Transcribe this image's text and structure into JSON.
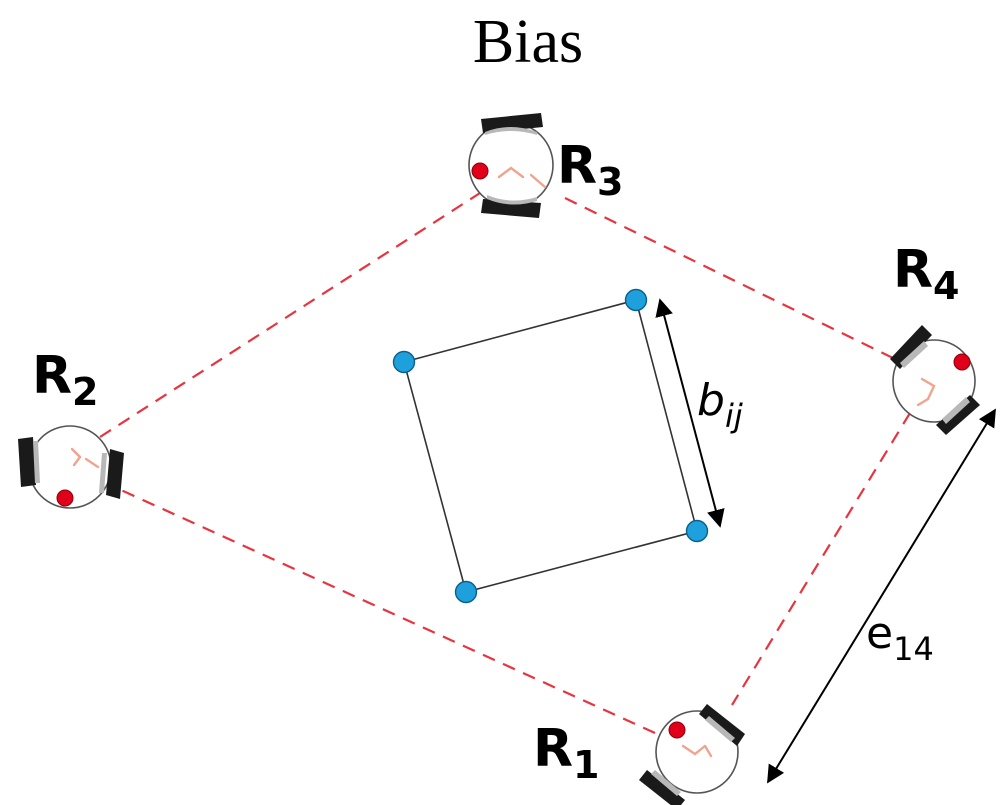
{
  "title": "Bias",
  "robots": [
    {
      "id": "R1",
      "label": "R",
      "subscript": "1"
    },
    {
      "id": "R2",
      "label": "R",
      "subscript": "2"
    },
    {
      "id": "R3",
      "label": "R",
      "subscript": "3"
    },
    {
      "id": "R4",
      "label": "R",
      "subscript": "4"
    }
  ],
  "links": [
    {
      "from": "R1",
      "to": "R2"
    },
    {
      "from": "R2",
      "to": "R3"
    },
    {
      "from": "R3",
      "to": "R4"
    },
    {
      "from": "R4",
      "to": "R1"
    }
  ],
  "bias_label": {
    "main": "b",
    "subscript": "ij"
  },
  "edge_label": {
    "main": "e",
    "subscript": "14"
  },
  "colors": {
    "link": "#e8343f",
    "node": "#1ea0dc",
    "led": "#e0001a"
  }
}
